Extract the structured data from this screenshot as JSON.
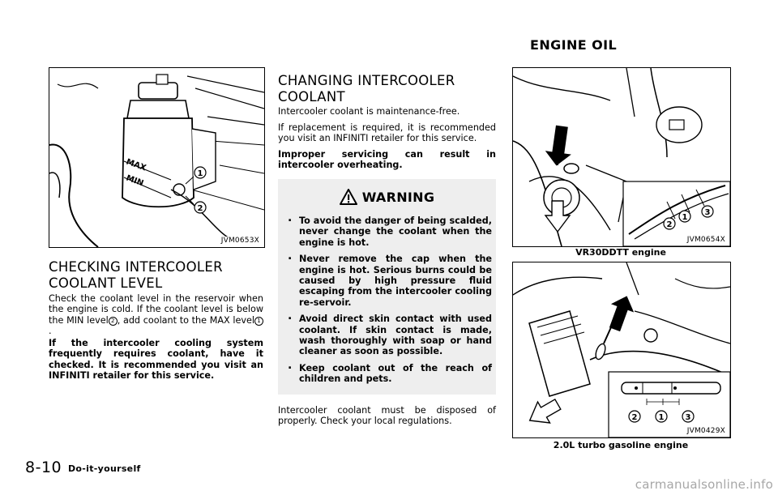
{
  "section_title": "ENGINE OIL",
  "figures": {
    "fig1": {
      "code": "JVM0653X"
    },
    "fig2": {
      "code": "JVM0654X",
      "caption": "VR30DDTT engine"
    },
    "fig3": {
      "code": "JVM0429X",
      "caption": "2.0L turbo gasoline engine"
    }
  },
  "figure_labels": {
    "max": "MAX",
    "min": "MIN",
    "n1": "1",
    "n2": "2",
    "n3": "3"
  },
  "checking": {
    "heading_line1": "CHECKING INTERCOOLER",
    "heading_line2": "COOLANT LEVEL",
    "para1_a": "Check the coolant level in the reservoir when the engine is cold. If the coolant level is below the MIN level",
    "para1_ref_min": "2",
    "para1_b": ", add coolant to the MAX level",
    "para1_ref_max": "1",
    "para1_c": ".",
    "para2": "If the intercooler cooling system frequently requires coolant, have it checked. It is recommended you visit an INFINITI retailer for this service."
  },
  "changing": {
    "heading_line1": "CHANGING INTERCOOLER",
    "heading_line2": "COOLANT",
    "para1": "Intercooler coolant is maintenance-free.",
    "para2": "If replacement is required, it is recommended you visit an INFINITI retailer for this service.",
    "para3": "Improper servicing can result in intercooler overheating.",
    "para_after": "Intercooler coolant must be disposed of properly. Check your local regulations."
  },
  "warning": {
    "title": "WARNING",
    "items": [
      "To avoid the danger of being scalded, never change the coolant when the engine is hot.",
      "Never remove the cap when the engine is hot. Serious burns could be caused by high pressure fluid escaping from the intercooler cooling re-servoir.",
      "Avoid direct skin contact with used coolant. If skin contact is made, wash thoroughly with soap or hand cleaner as soon as possible.",
      "Keep coolant out of the reach of children and pets."
    ]
  },
  "footer": {
    "page_number": "8-10",
    "chapter": "Do-it-yourself"
  },
  "watermark": "carmanualsonline.info"
}
